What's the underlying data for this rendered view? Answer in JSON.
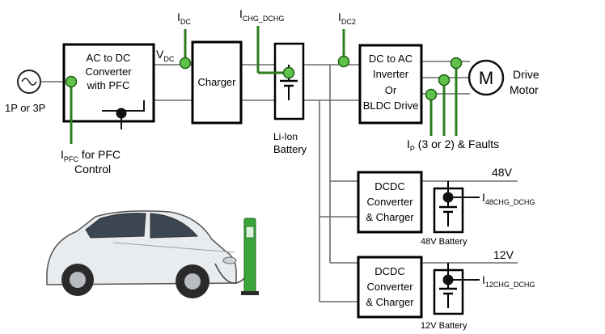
{
  "source": {
    "label": "1P or 3P"
  },
  "pfc_block": {
    "lines": [
      "AC to DC",
      "Converter",
      "with PFC"
    ]
  },
  "labels": {
    "vdc_main": "V",
    "vdc_sub": "DC",
    "idc_main": "I",
    "idc_sub": "DC",
    "ichg_main": "I",
    "ichg_sub": "CHG_DCHG",
    "idc2_main": "I",
    "idc2_sub": "DC2",
    "ipfc_main": "I",
    "ipfc_sub": "PFC",
    "ipfc_rest": " for PFC",
    "pfc_control": "Control",
    "ip_main": "I",
    "ip_sub": "P",
    "ip_rest": " (3 or 2) & Faults"
  },
  "charger": {
    "label": "Charger"
  },
  "battery": {
    "lines": [
      "Li-Ion",
      "Battery"
    ]
  },
  "inverter": {
    "lines": [
      "DC to AC",
      "Inverter",
      "Or",
      "BLDC Drive"
    ]
  },
  "motor": {
    "symbol": "M",
    "lines": [
      "Drive",
      "Motor"
    ]
  },
  "dcdc48": {
    "lines": [
      "DCDC",
      "Converter",
      "& Charger"
    ],
    "voltage": "48V",
    "battery_label": "48V Battery",
    "current_main": "I",
    "current_sub": "48CHG_DCHG"
  },
  "dcdc12": {
    "lines": [
      "DCDC",
      "Converter",
      "& Charger"
    ],
    "voltage": "12V",
    "battery_label": "12V Battery",
    "current_main": "I",
    "current_sub": "12CHG_DCHG"
  },
  "colors": {
    "sensor_green": "#5fc24a",
    "sensor_line": "#2e7d1f",
    "charger_post": "#3aa53a",
    "car_body": "#e9ecef"
  },
  "icons": [
    "ac-source-icon",
    "motor-icon",
    "battery-icon",
    "electric-car-icon",
    "charging-station-icon"
  ]
}
